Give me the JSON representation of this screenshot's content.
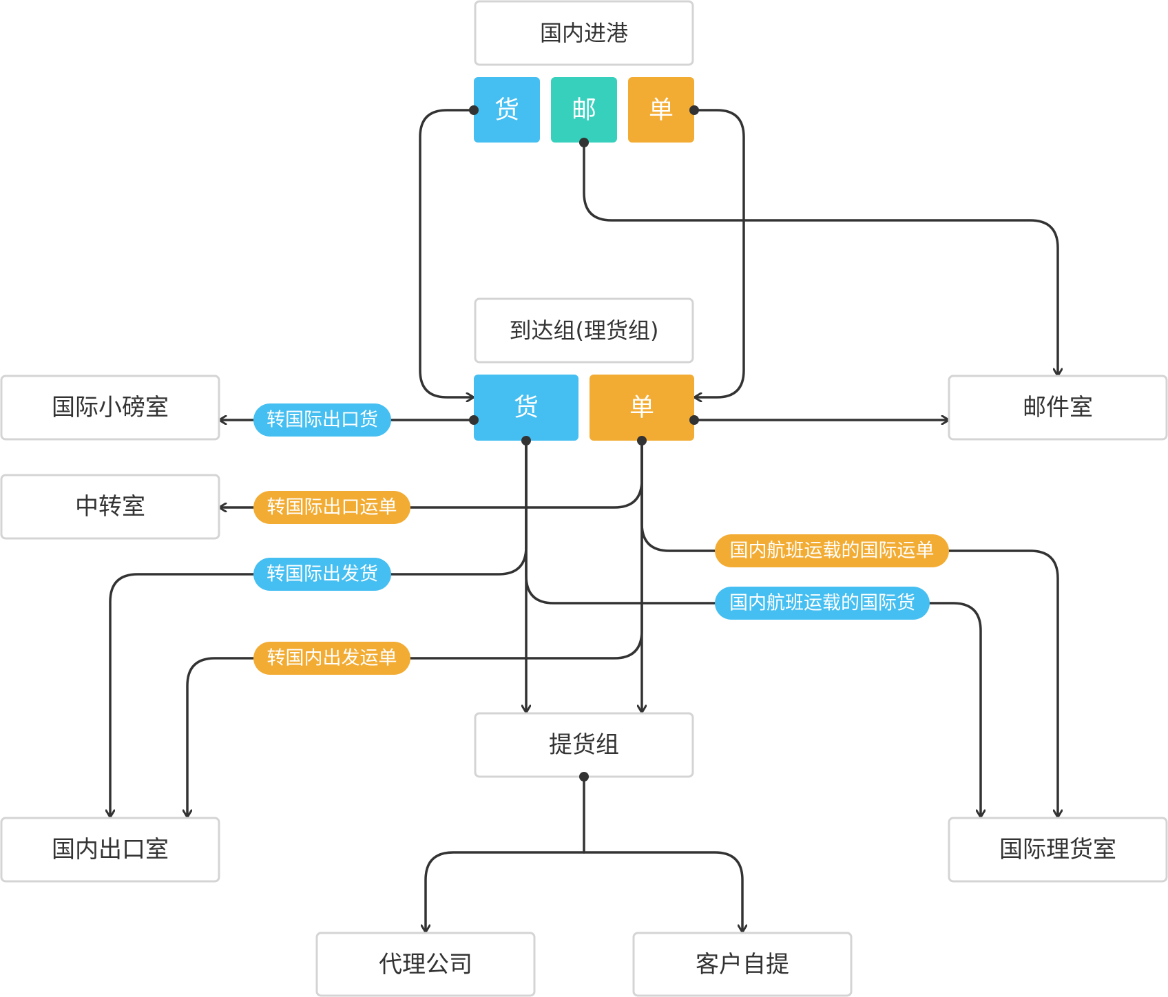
{
  "colors": {
    "blue": "#45bff1",
    "teal": "#37d0bd",
    "orange": "#f3ac33",
    "line": "#333333",
    "box_border": "#d4d4d4"
  },
  "nodes": {
    "domestic_inbound": "国内进港",
    "arrival_group": "到达组(理货组)",
    "intl_small_scale_room": "国际小磅室",
    "transfer_room": "中转室",
    "mail_room": "邮件室",
    "pickup_group": "提货组",
    "domestic_export_room": "国内出口室",
    "intl_cargo_room": "国际理货室",
    "agent_company": "代理公司",
    "customer_self_pickup": "客户自提"
  },
  "tiles": {
    "cargo": "货",
    "mail": "邮",
    "waybill": "单"
  },
  "edge_labels": {
    "to_intl_export_cargo": "转国际出口货",
    "to_intl_export_waybill": "转国际出口运单",
    "to_intl_departure_cargo": "转国际出发货",
    "to_domestic_departure_waybill": "转国内出发运单",
    "domestic_flight_intl_waybill": "国内航班运载的国际运单",
    "domestic_flight_intl_cargo": "国内航班运载的国际货"
  }
}
